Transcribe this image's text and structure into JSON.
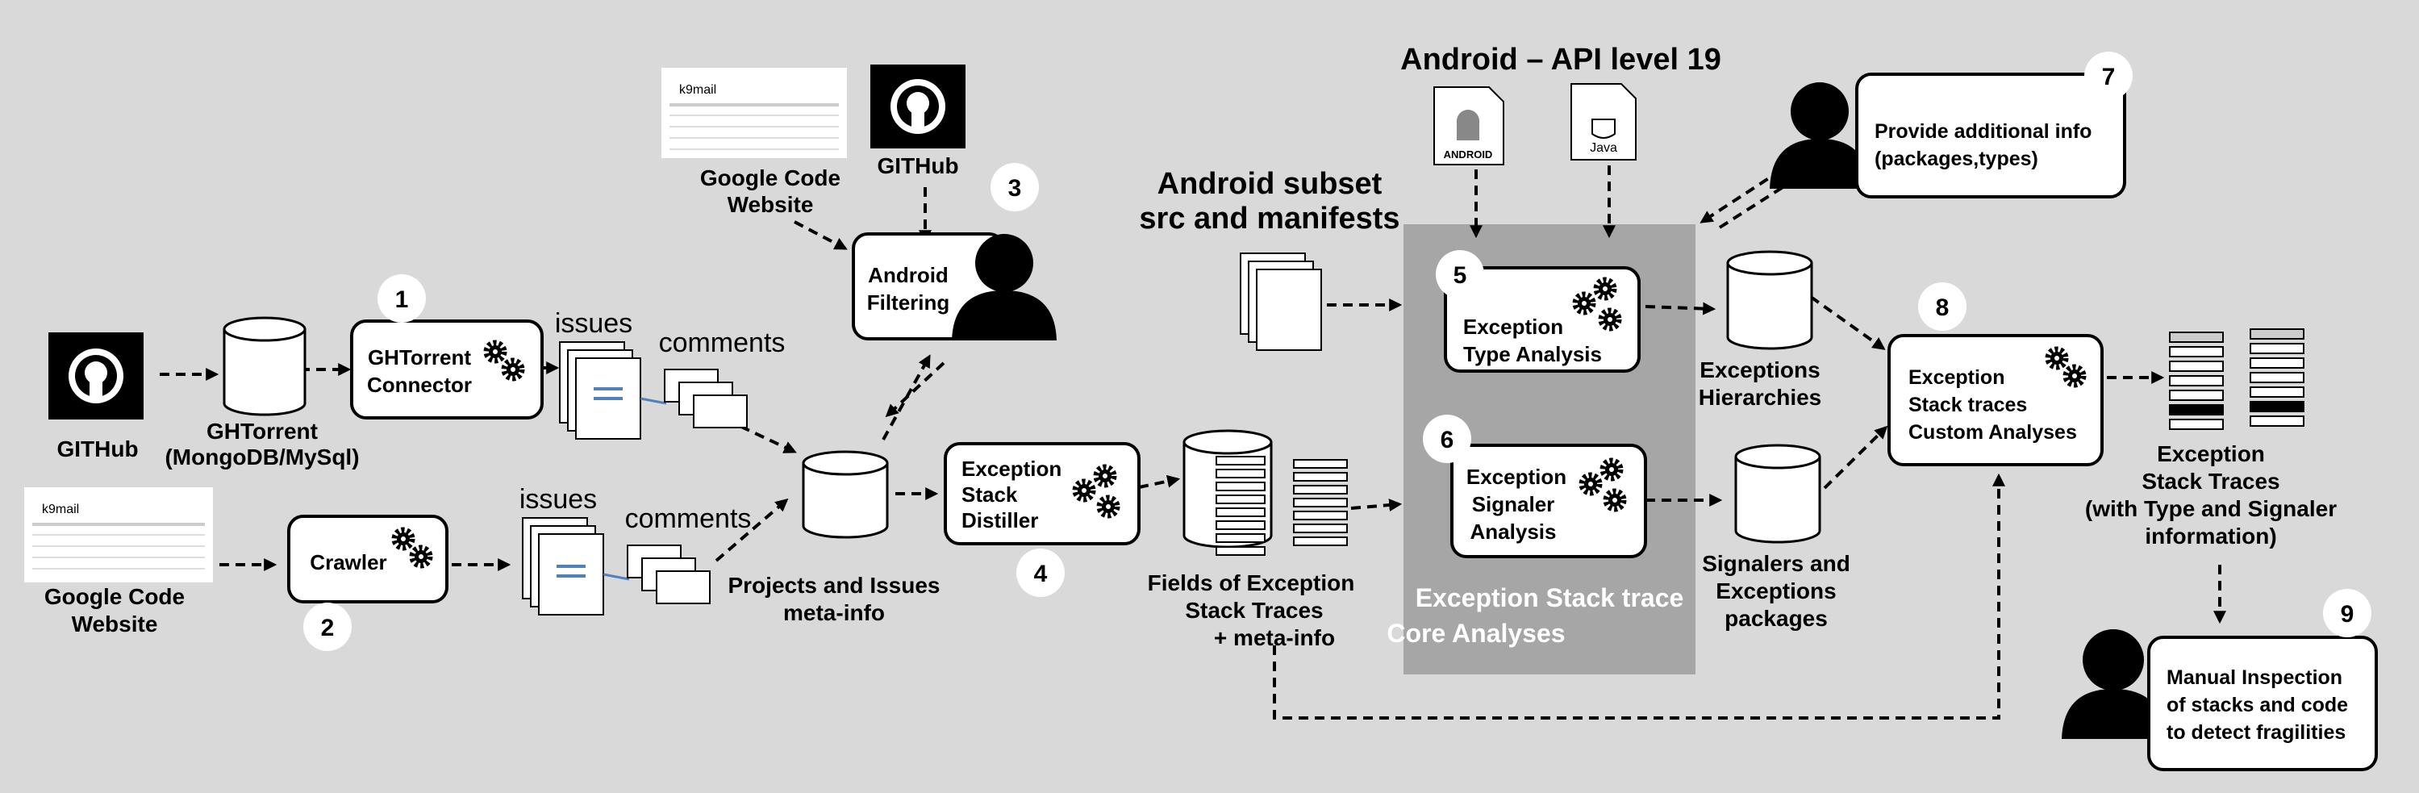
{
  "title": "Android – API level 19",
  "left": {
    "github_label_1": "GITHub",
    "ghtorrent_db_line1": "GHTorrent",
    "ghtorrent_db_line2": "(MongoDB/MySql)",
    "google_code_label_line1": "Google Code",
    "google_code_label_line2": "Website",
    "screenshot_title": "k9mail"
  },
  "top_mid": {
    "google_code_label_line1": "Google Code",
    "google_code_label_line2": "Website",
    "github_label": "GITHub",
    "screenshot_title": "k9mail"
  },
  "steps": {
    "s1": "1",
    "s2": "2",
    "s3": "3",
    "s4": "4",
    "s5": "5",
    "s6": "6",
    "s7": "7",
    "s8": "8",
    "s9": "9"
  },
  "boxes": {
    "ghtorrent_line1": "GHTorrent",
    "ghtorrent_line2": "Connector",
    "crawler": "Crawler",
    "filtering_line1": "Android",
    "filtering_line2": "Filtering",
    "distiller_line1": "Exception",
    "distiller_line2": "Stack",
    "distiller_line3": "Distiller",
    "type_line1": "Exception",
    "type_line2": "Type Analysis",
    "signaler_line1": "Exception",
    "signaler_line2": "Signaler",
    "signaler_line3": "Analysis",
    "custom_line1": "Exception",
    "custom_line2": "Stack traces",
    "custom_line3": "Custom Analyses",
    "info_line1": "Provide additional info",
    "info_line2": "(packages,types)",
    "manual_line1": "Manual Inspection",
    "manual_line2": "of stacks and code",
    "manual_line3": "to detect fragilities"
  },
  "labels": {
    "issues_top": "issues",
    "comments_top": "comments",
    "issues_bottom": "issues",
    "comments_bottom": "comments",
    "projects_line1": "Projects and Issues",
    "projects_line2": "meta-info",
    "fields_line1": "Fields of Exception",
    "fields_line2": "Stack Traces",
    "fields_line3": "+ meta-info",
    "subset_line1": "Android subset",
    "subset_line2": "src and manifests",
    "core_line1": "Exception Stack trace",
    "core_line2": "Core Analyses",
    "hier_line1": "Exceptions",
    "hier_line2": "Hierarchies",
    "sig_line1": "Signalers and",
    "sig_line2": "Exceptions",
    "sig_line3": "packages",
    "out_line1": "Exception",
    "out_line2": "Stack Traces",
    "out_line3": "(with Type and Signaler",
    "out_line4": "information)",
    "java_label": "Java",
    "android_label": "ANDROID"
  },
  "colors": {
    "background": "#d9d9d9",
    "core_panel": "#a6a6a6",
    "core_text": "#ffffff",
    "link_blue": "#4f81bd"
  }
}
